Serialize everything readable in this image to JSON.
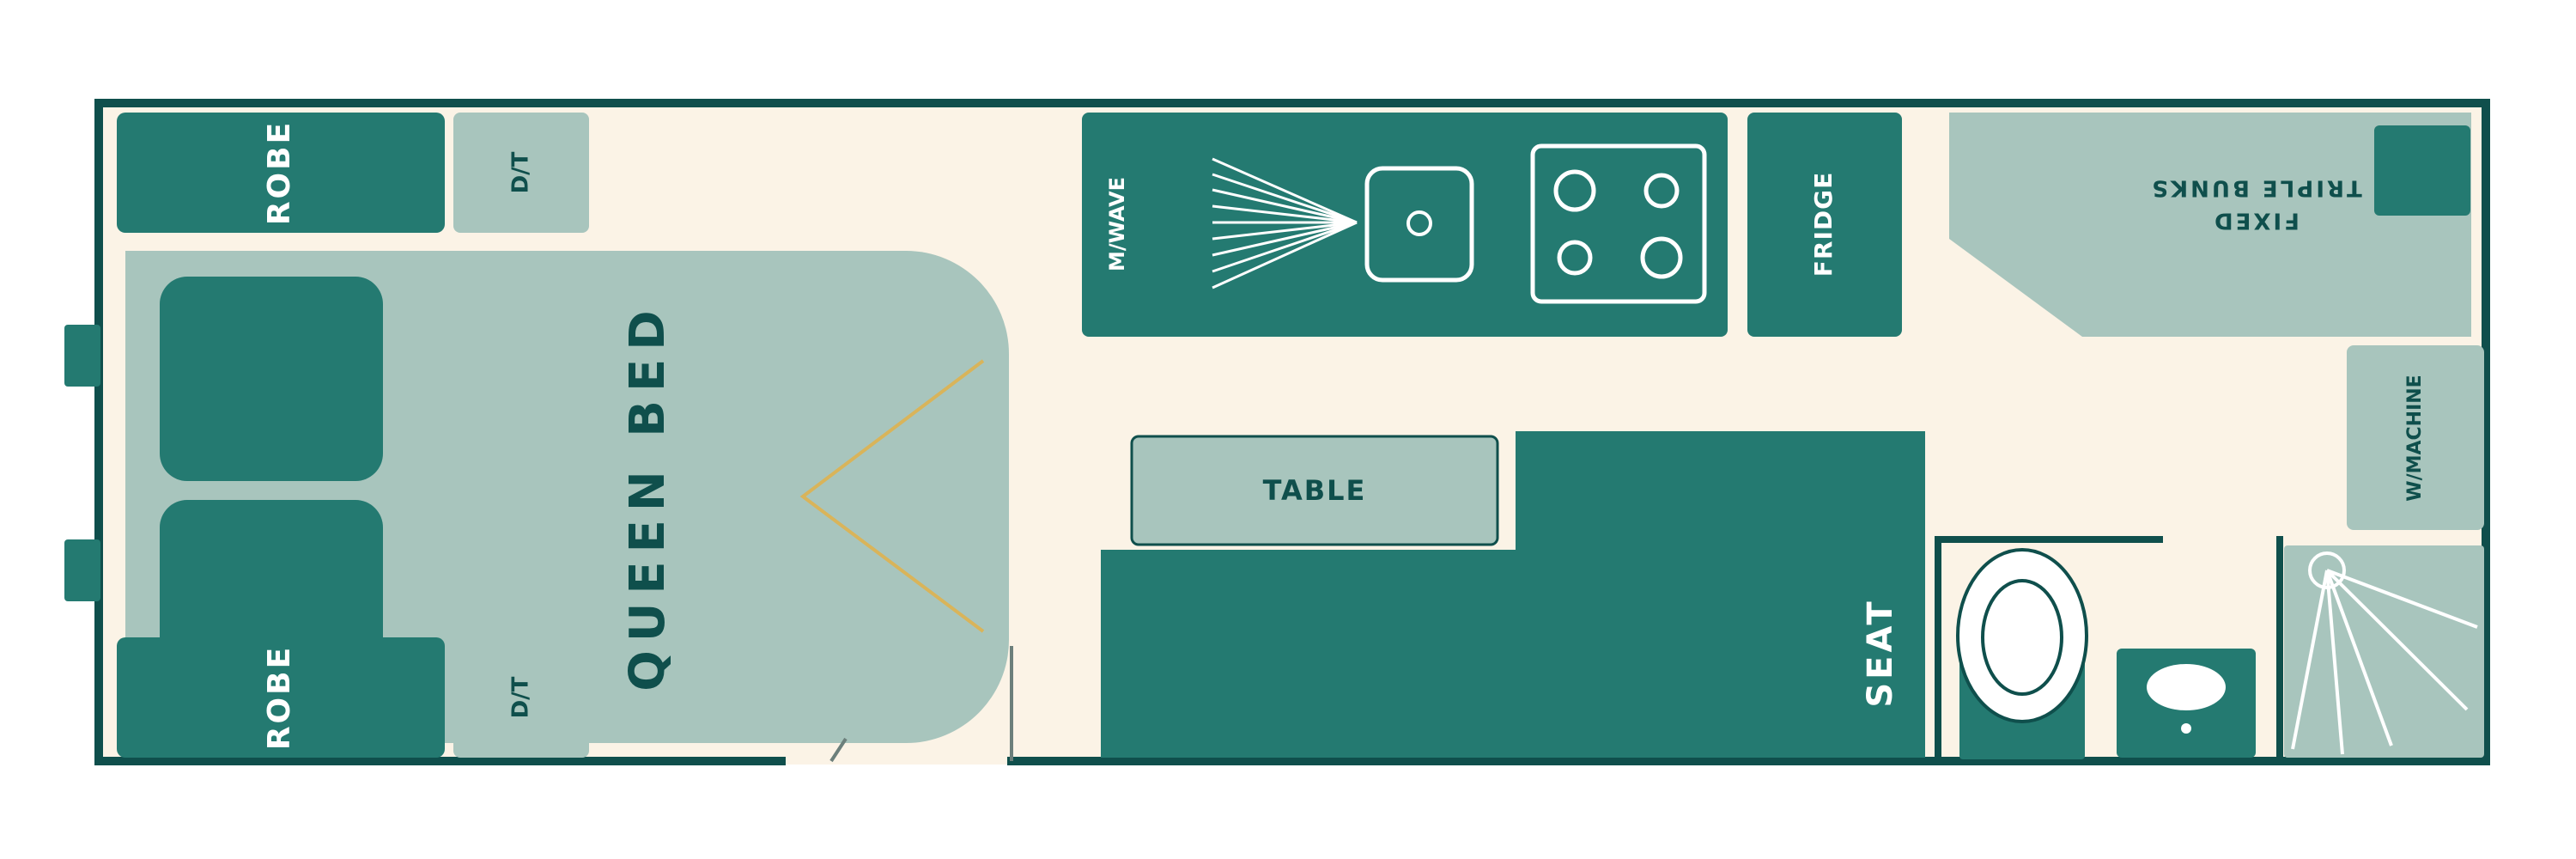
{
  "colors": {
    "wall": "#0f4f4c",
    "floor": "#fbf3e6",
    "dark": "#247a71",
    "light": "#a8c5bd",
    "light_text": "#0f4f4c",
    "dark_text": "#ffffff",
    "accent": "#d9b45a"
  },
  "labels": {
    "robe_top": "ROBE",
    "dt_top": "D/T",
    "queen_bed": "QUEEN BED",
    "robe_bottom": "ROBE",
    "dt_bottom": "D/T",
    "microwave": "M/WAVE",
    "fridge": "FRIDGE",
    "bunks_line1": "FIXED",
    "bunks_line2": "TRIPLE BUNKS",
    "washing_machine": "W/MACHINE",
    "table": "TABLE",
    "seat": "SEAT"
  },
  "icons": {
    "pillow_1": "pillow-icon",
    "pillow_2": "pillow-icon",
    "rangehood": "rangehood-icon",
    "sink": "sink-icon",
    "cooktop": "cooktop-icon",
    "toilet": "toilet-icon",
    "basin": "basin-icon",
    "shower": "shower-icon",
    "door": "door-swing-icon"
  }
}
